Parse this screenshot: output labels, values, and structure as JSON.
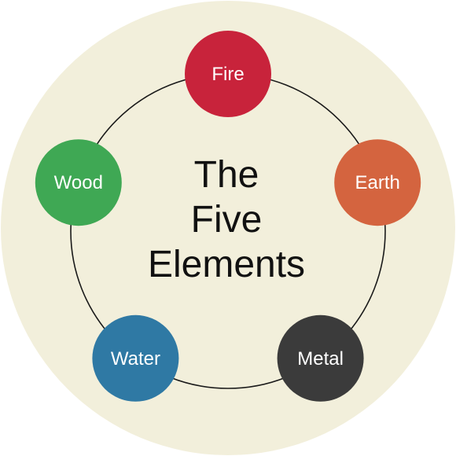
{
  "title_lines": [
    "The",
    "Five",
    "Elements"
  ],
  "colors": {
    "background_disc": "#f2efdb",
    "ring_stroke": "#1a1a1a",
    "label_text": "#ffffff",
    "title_text": "#111111"
  },
  "elements": [
    {
      "label": "Fire",
      "color": "#c8233b"
    },
    {
      "label": "Earth",
      "color": "#d4643f"
    },
    {
      "label": "Metal",
      "color": "#3b3b3b"
    },
    {
      "label": "Water",
      "color": "#2f79a4"
    },
    {
      "label": "Wood",
      "color": "#3fa854"
    }
  ]
}
